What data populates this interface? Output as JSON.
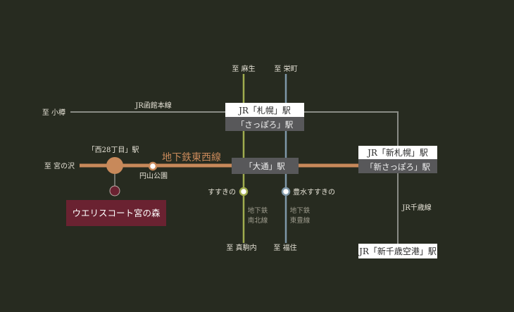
{
  "colors": {
    "background": "#272b20",
    "tozai": "#c8895a",
    "namboku": "#a0ac4e",
    "toho": "#7f98a9",
    "jr": "#8a8c86",
    "property": "#6a2231"
  },
  "destinations": {
    "otaru": "至 小樽",
    "asabu": "至 麻生",
    "sakaemachi": "至 栄町",
    "miyanosawa": "至 宮の沢",
    "makomanai": "至 真駒内",
    "fukuzumi": "至 福住"
  },
  "lines": {
    "jr_hakodate": "JR函館本線",
    "tozai": "地下鉄東西線",
    "namboku": [
      "地下鉄",
      "南北線"
    ],
    "toho": [
      "地下鉄",
      "東豊線"
    ],
    "jr_chitose": "JR千歳線"
  },
  "stations": {
    "sapporo_jr": "JR「札幌」駅",
    "sapporo_subway": "「さっぽろ」駅",
    "odori": "「大通」駅",
    "shin_sapporo_jr": "JR「新札幌」駅",
    "shin_sapporo_subway": "「新さっぽろ」駅",
    "new_chitose": "JR「新千歳空港」駅",
    "nishi28": "「西28丁目」駅",
    "maruyama": "円山公園",
    "susukino": "すすきの",
    "hosui_susukino": "豊水すすきの"
  },
  "property": "ウエリスコート宮の森"
}
